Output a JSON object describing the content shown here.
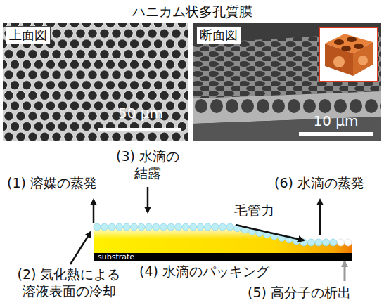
{
  "diagram": {
    "title": "ハニカム状多孔質膜",
    "nodes": [
      {
        "text": [
          "上面図"
        ]
      },
      {
        "text": [
          "断面図"
        ]
      },
      {
        "text": [
          "substrate"
        ]
      }
    ],
    "labels": [
      "50 μm",
      "10 μm",
      "(1) 溶媒の蒸発",
      "(3) 水滴の 結露",
      "毛管力",
      "(6) 水滴の蒸発",
      "(2) 気化熱による 溶液表面の冷却",
      "(4) 水滴のパッキング",
      "(5) 高分子の析出"
    ]
  }
}
